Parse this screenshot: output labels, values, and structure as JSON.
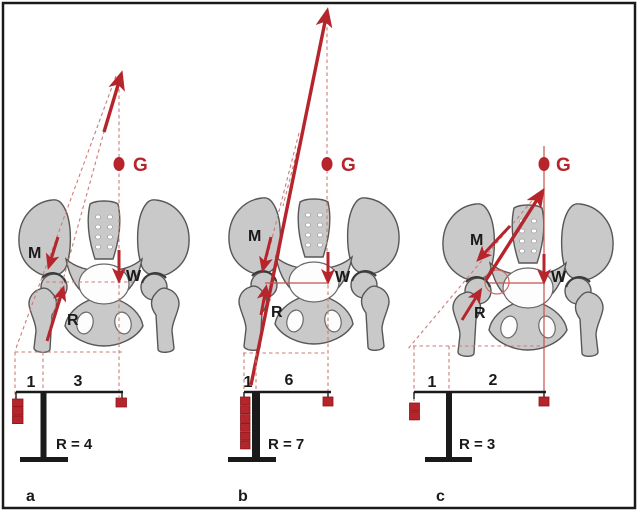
{
  "figure": {
    "labels": {
      "gravity": "G",
      "muscle": "M",
      "body_weight": "W",
      "joint_reaction": "R"
    },
    "panels": [
      {
        "caption": "a",
        "lever": {
          "left_arm": "1",
          "right_arm": "3",
          "result": "R = 4",
          "left_weights": 3,
          "right_weights": 1
        }
      },
      {
        "caption": "b",
        "lever": {
          "left_arm": "1",
          "right_arm": "6",
          "result": "R = 7",
          "left_weights": 6,
          "right_weights": 1
        }
      },
      {
        "caption": "c",
        "lever": {
          "left_arm": "1",
          "right_arm": "2",
          "result": "R = 3",
          "left_weights": 2,
          "right_weights": 1
        }
      }
    ],
    "colors": {
      "arrow_red": "#b5252b",
      "construction_red": "#c97d7a",
      "bone_fill": "#c9c9c9",
      "bone_outline": "#575757",
      "ink": "#1a1a1a"
    }
  }
}
